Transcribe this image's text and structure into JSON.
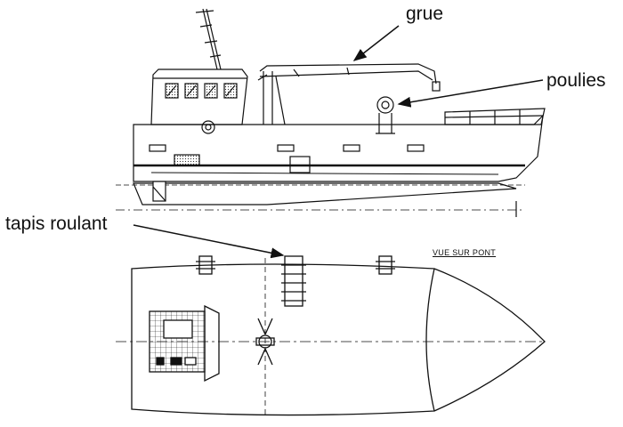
{
  "labels": {
    "crane": "grue",
    "pulleys": "poulies",
    "conveyor": "tapis roulant"
  },
  "view_title": "VUE SUR PONT",
  "colors": {
    "ink": "#111111",
    "background": "#ffffff"
  }
}
